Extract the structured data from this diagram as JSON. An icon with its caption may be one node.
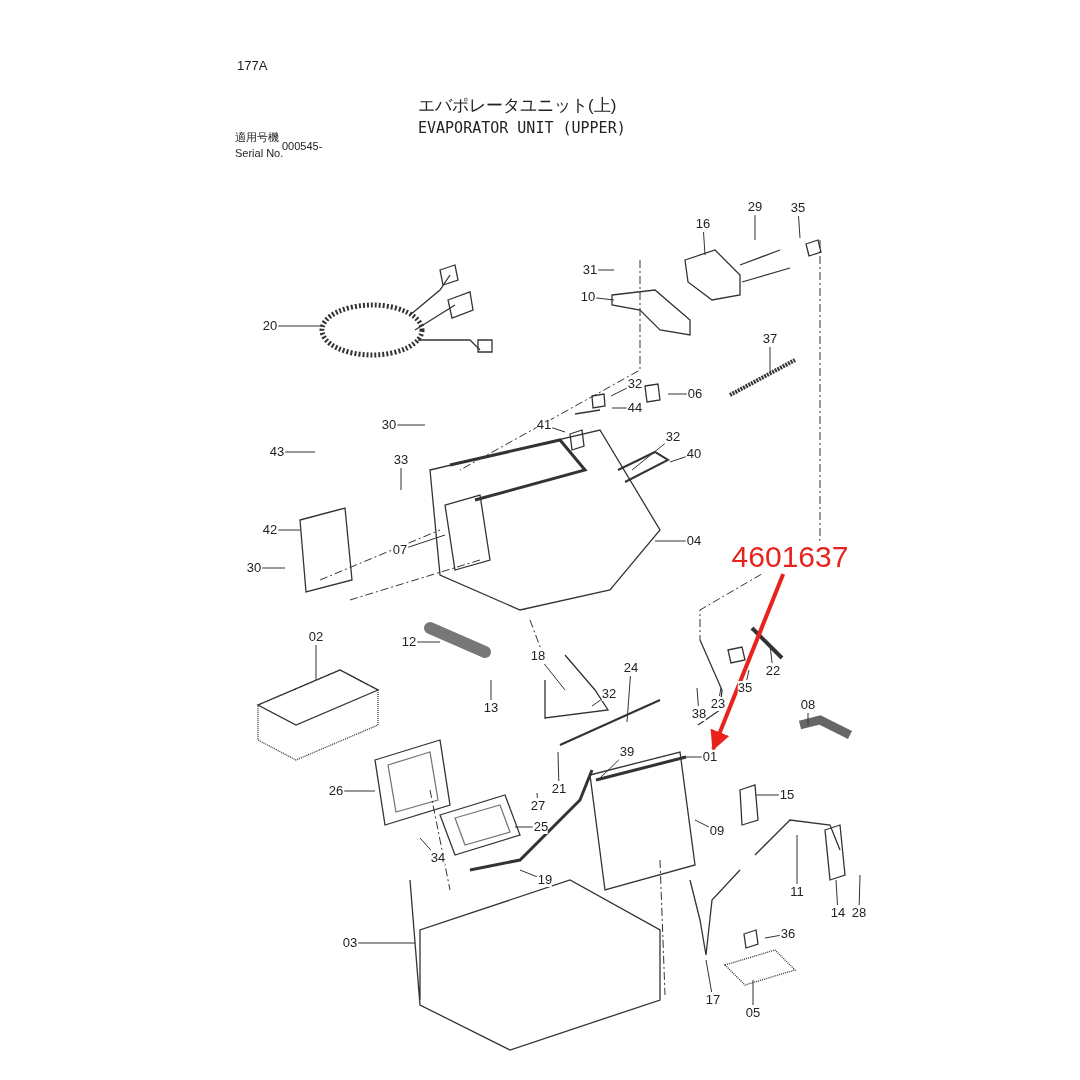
{
  "diagram": {
    "title": "エバポレータユニット(上)",
    "nodes": [
      {
        "text": [
          "29"
        ]
      },
      {
        "text": [
          "35"
        ]
      },
      {
        "text": [
          "16"
        ]
      },
      {
        "text": [
          "31"
        ]
      },
      {
        "text": [
          "10"
        ]
      },
      {
        "text": [
          "20"
        ]
      },
      {
        "text": [
          "37"
        ]
      },
      {
        "text": [
          "32"
        ]
      },
      {
        "text": [
          "06"
        ]
      },
      {
        "text": [
          "44"
        ]
      },
      {
        "text": [
          "30"
        ]
      },
      {
        "text": [
          "41"
        ]
      },
      {
        "text": [
          "32"
        ]
      },
      {
        "text": [
          "40"
        ]
      },
      {
        "text": [
          "43"
        ]
      },
      {
        "text": [
          "33"
        ]
      },
      {
        "text": [
          "42"
        ]
      },
      {
        "text": [
          "07"
        ]
      },
      {
        "text": [
          "04"
        ]
      },
      {
        "text": [
          "30"
        ]
      },
      {
        "text": [
          "4601637"
        ]
      },
      {
        "text": [
          "02"
        ]
      },
      {
        "text": [
          "12"
        ]
      },
      {
        "text": [
          "18"
        ]
      },
      {
        "text": [
          "24"
        ]
      },
      {
        "text": [
          "22"
        ]
      },
      {
        "text": [
          "32"
        ]
      },
      {
        "text": [
          "13"
        ]
      },
      {
        "text": [
          "38"
        ]
      },
      {
        "text": [
          "23"
        ]
      },
      {
        "text": [
          "35"
        ]
      },
      {
        "text": [
          "08"
        ]
      },
      {
        "text": [
          "39"
        ]
      },
      {
        "text": [
          "01"
        ]
      },
      {
        "text": [
          "21"
        ]
      },
      {
        "text": [
          "15"
        ]
      },
      {
        "text": [
          "26"
        ]
      },
      {
        "text": [
          "27"
        ]
      },
      {
        "text": [
          "09"
        ]
      },
      {
        "text": [
          "25"
        ]
      },
      {
        "text": [
          "34"
        ]
      },
      {
        "text": [
          "19"
        ]
      },
      {
        "text": [
          "11"
        ]
      },
      {
        "text": [
          "14"
        ]
      },
      {
        "text": [
          "28"
        ]
      },
      {
        "text": [
          "03"
        ]
      },
      {
        "text": [
          "36"
        ]
      },
      {
        "text": [
          "17"
        ]
      },
      {
        "text": [
          "05"
        ]
      }
    ],
    "edges": [
      {
        "from": 0,
        "to": null,
        "arrow": "none"
      },
      {
        "from": 1,
        "to": null,
        "arrow": "none"
      },
      {
        "from": 2,
        "to": null,
        "arrow": "none"
      },
      {
        "from": 3,
        "to": null,
        "arrow": "none"
      },
      {
        "from": 4,
        "to": null,
        "arrow": "none"
      },
      {
        "from": 5,
        "to": null,
        "arrow": "none"
      },
      {
        "from": 6,
        "to": null,
        "arrow": "none"
      },
      {
        "from": 7,
        "to": null,
        "arrow": "none"
      },
      {
        "from": 8,
        "to": null,
        "arrow": "none"
      },
      {
        "from": 9,
        "to": null,
        "arrow": "none"
      },
      {
        "from": 10,
        "to": null,
        "arrow": "none"
      },
      {
        "from": 11,
        "to": null,
        "arrow": "none"
      },
      {
        "from": 12,
        "to": null,
        "arrow": "none"
      },
      {
        "from": 13,
        "to": null,
        "arrow": "none"
      },
      {
        "from": 14,
        "to": null,
        "arrow": "none"
      },
      {
        "from": 15,
        "to": null,
        "arrow": "none"
      },
      {
        "from": 16,
        "to": null,
        "arrow": "none"
      },
      {
        "from": 17,
        "to": null,
        "arrow": "none"
      },
      {
        "from": 18,
        "to": null,
        "arrow": "none"
      },
      {
        "from": 19,
        "to": null,
        "arrow": "none"
      },
      {
        "from": 20,
        "to": 33,
        "arrow": "to",
        "color": "#e8231e",
        "style": "thick"
      },
      {
        "from": 21,
        "to": null,
        "arrow": "none"
      },
      {
        "from": 22,
        "to": null,
        "arrow": "none"
      },
      {
        "from": 23,
        "to": null,
        "arrow": "none"
      },
      {
        "from": 24,
        "to": null,
        "arrow": "none"
      },
      {
        "from": 25,
        "to": null,
        "arrow": "none"
      },
      {
        "from": 26,
        "to": null,
        "arrow": "none"
      },
      {
        "from": 27,
        "to": null,
        "arrow": "none"
      },
      {
        "from": 28,
        "to": null,
        "arrow": "none"
      },
      {
        "from": 29,
        "to": null,
        "arrow": "none"
      },
      {
        "from": 30,
        "to": null,
        "arrow": "none"
      },
      {
        "from": 31,
        "to": null,
        "arrow": "none"
      },
      {
        "from": 32,
        "to": null,
        "arrow": "none"
      },
      {
        "from": 33,
        "to": null,
        "arrow": "none"
      },
      {
        "from": 34,
        "to": null,
        "arrow": "none"
      },
      {
        "from": 35,
        "to": null,
        "arrow": "none"
      },
      {
        "from": 36,
        "to": null,
        "arrow": "none"
      },
      {
        "from": 37,
        "to": null,
        "arrow": "none"
      },
      {
        "from": 38,
        "to": null,
        "arrow": "none"
      },
      {
        "from": 39,
        "to": null,
        "arrow": "none"
      },
      {
        "from": 40,
        "to": null,
        "arrow": "none"
      },
      {
        "from": 41,
        "to": null,
        "arrow": "none"
      },
      {
        "from": 42,
        "to": null,
        "arrow": "none"
      },
      {
        "from": 43,
        "to": null,
        "arrow": "none"
      },
      {
        "from": 44,
        "to": null,
        "arrow": "none"
      },
      {
        "from": 45,
        "to": null,
        "arrow": "none"
      },
      {
        "from": 46,
        "to": null,
        "arrow": "none"
      },
      {
        "from": 47,
        "to": null,
        "arrow": "none"
      },
      {
        "from": 48,
        "to": null,
        "arrow": "none"
      }
    ],
    "labels": [
      "177A",
      "EVAPORATOR UNIT (UPPER)",
      "適用号機",
      "Serial No.",
      "000545-"
    ]
  }
}
